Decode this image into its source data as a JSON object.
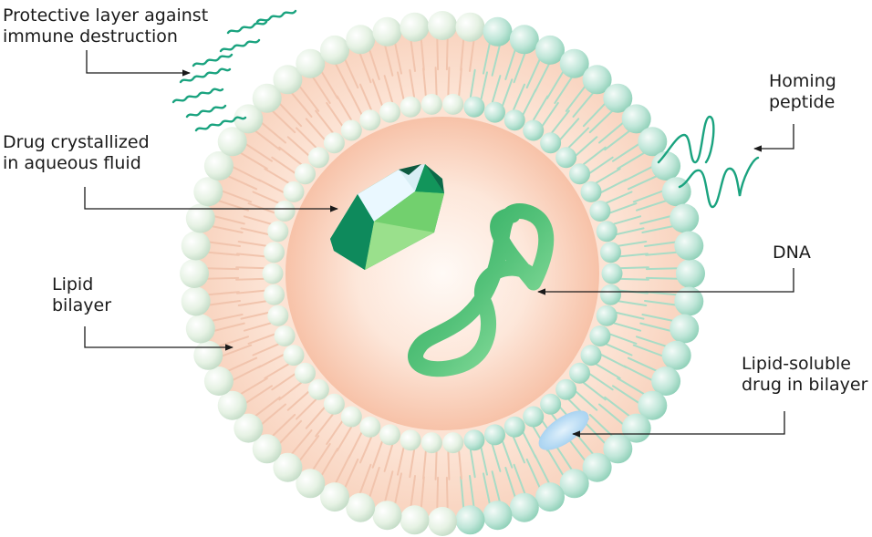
{
  "colors": {
    "core_center": "#fff8f2",
    "core_edge": "#f6b89c",
    "head_outer": "#b9e3d4",
    "head_inner": "#e9f1e2",
    "tail": "#9ed6c2",
    "peg": "#1aa37f",
    "dna": "#1fa562",
    "crystal_dark": "#0d6e4e",
    "crystal_mid": "#18a86a",
    "crystal_light": "#8ad88a",
    "lipid_drug": "#bfe0f7",
    "arrow": "#1a1a1a"
  },
  "labels": {
    "protective": {
      "line1": "Protective layer against",
      "line2": "immune destruction"
    },
    "drug_crystal": {
      "line1": "Drug crystallized",
      "line2": "in aqueous fluid"
    },
    "bilayer": {
      "line1": "Lipid",
      "line2": "bilayer"
    },
    "homing": {
      "line1": "Homing",
      "line2": "peptide"
    },
    "dna": {
      "line1": "DNA"
    },
    "lipid_drug": {
      "line1": "Lipid-soluble",
      "line2": "drug in bilayer"
    }
  }
}
